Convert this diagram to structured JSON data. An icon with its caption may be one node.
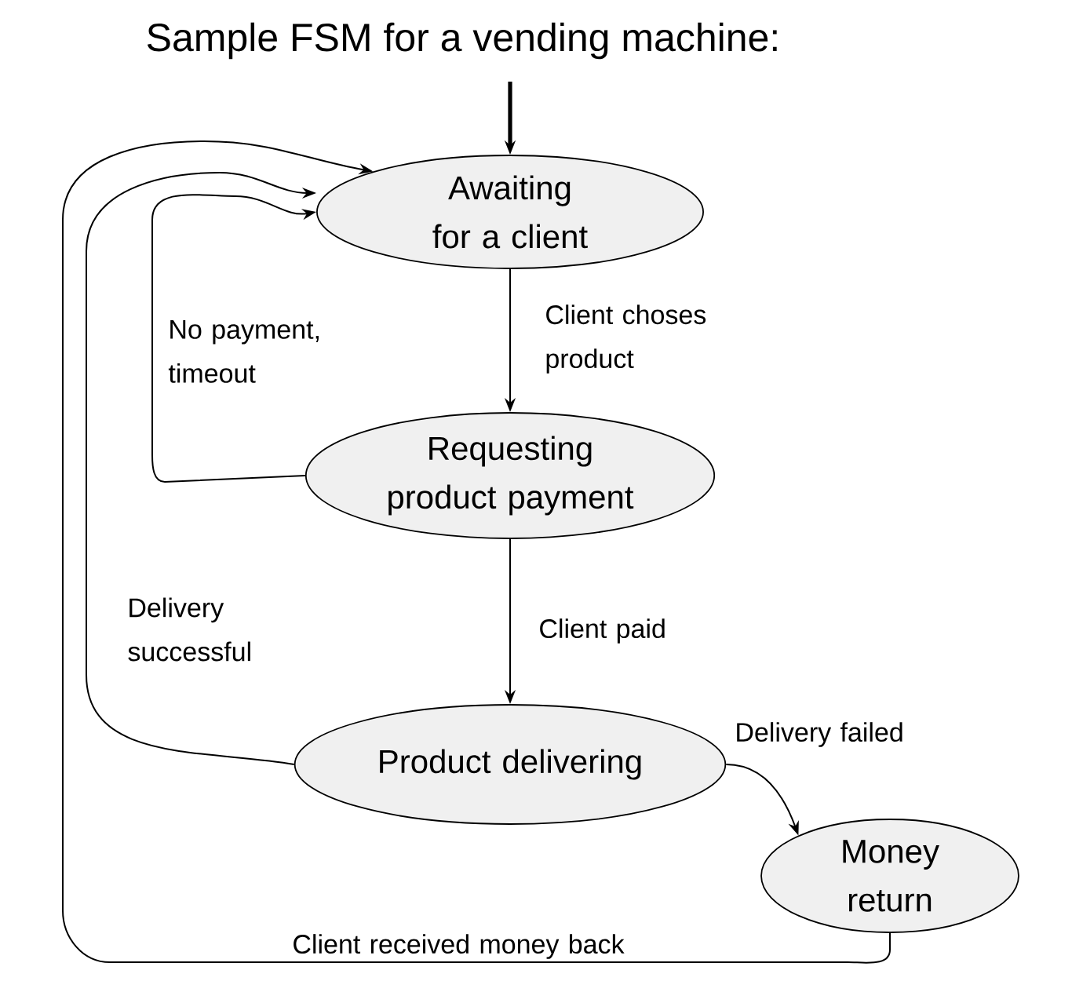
{
  "diagram": {
    "title": "Sample FSM for a vending machine:",
    "nodes": [
      {
        "text": [
          "Awaiting for a client"
        ]
      },
      {
        "text": [
          "Requesting product payment"
        ]
      },
      {
        "text": [
          "Product delivering"
        ]
      },
      {
        "text": [
          "Money return"
        ]
      }
    ],
    "edges": [
      {
        "from": null,
        "to": 0,
        "arrow": "to",
        "style": "thick"
      },
      {
        "from": 0,
        "to": 1,
        "arrow": "to",
        "label": "Client choses product"
      },
      {
        "from": 1,
        "to": 2,
        "arrow": "to",
        "label": "Client paid"
      },
      {
        "from": 2,
        "to": 3,
        "arrow": "to",
        "label": "Delivery failed"
      },
      {
        "from": 1,
        "to": 0,
        "arrow": "to",
        "label": "No payment, timeout"
      },
      {
        "from": 2,
        "to": 0,
        "arrow": "to",
        "label": "Delivery successful"
      },
      {
        "from": 3,
        "to": 0,
        "arrow": "to",
        "label": "Client received money back"
      }
    ]
  }
}
